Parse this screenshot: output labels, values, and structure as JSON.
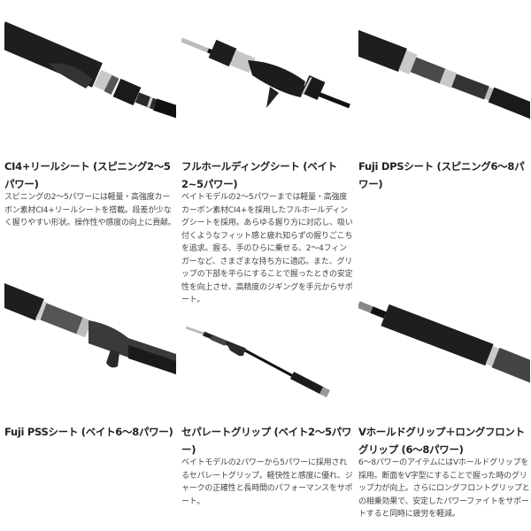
{
  "features": [
    {
      "title": "CI4+リールシート (スピニング2〜5パワー)",
      "description": "スピニングの2〜5パワーには軽量・高強度カーボン素材CI4+リールシートを搭載。段差が少なく握りやすい形状。操作性や感度の向上に貢献。",
      "image": "spinning-reel-seat-photo"
    },
    {
      "title": "フルホールディングシート (ベイト2~5パワー)",
      "description": "ベイトモデルの2〜5パワーまでは軽量・高強度カーボン素材CI4+を採用したフルホールディングシートを採用。あらゆる握り方に対応し、吸い付くようなフィット感と疲れ知らずの握りごこちを追求。握る、手のひらに乗せる、2〜4フィンガーなど、さまざまな持ち方に適応。また、グリップの下部を平らにすることで握ったときの安定性を向上させ、高精度のジギングを手元からサポート。",
      "image": "bait-reel-seat-photo"
    },
    {
      "title": "Fuji DPSシート (スピニング6〜8パワー)",
      "description": "",
      "image": "fuji-dps-seat-photo"
    },
    {
      "title": "Fuji PSSシート (ベイト6〜8パワー)",
      "description": "",
      "image": "fuji-pss-seat-photo"
    },
    {
      "title": "セパレートグリップ (ベイト2〜5パワー)",
      "description": "ベイトモデルの2パワーから5パワーに採用されるセパレートグリップ。軽快性と感度に優れ、ジャークの正確性と長時間のパフォーマンスをサポート。",
      "image": "separate-grip-photo"
    },
    {
      "title": "Vホールドグリップ＋ロングフロントグリップ (6〜8パワー)",
      "description": "6〜8パワーのアイテムにはVホールドグリップを採用。断面をV字型にすることで握った時のグリップ力が向上。さらにロングフロントグリップとの相乗効果で、安定したパワーファイトをサポートすると同時に疲労を軽減。",
      "image": "v-hold-grip-photo"
    }
  ],
  "colors": {
    "rod": "#1c1c1c",
    "metal": "#c8c8c8",
    "title": "#222222",
    "text": "#444444"
  }
}
